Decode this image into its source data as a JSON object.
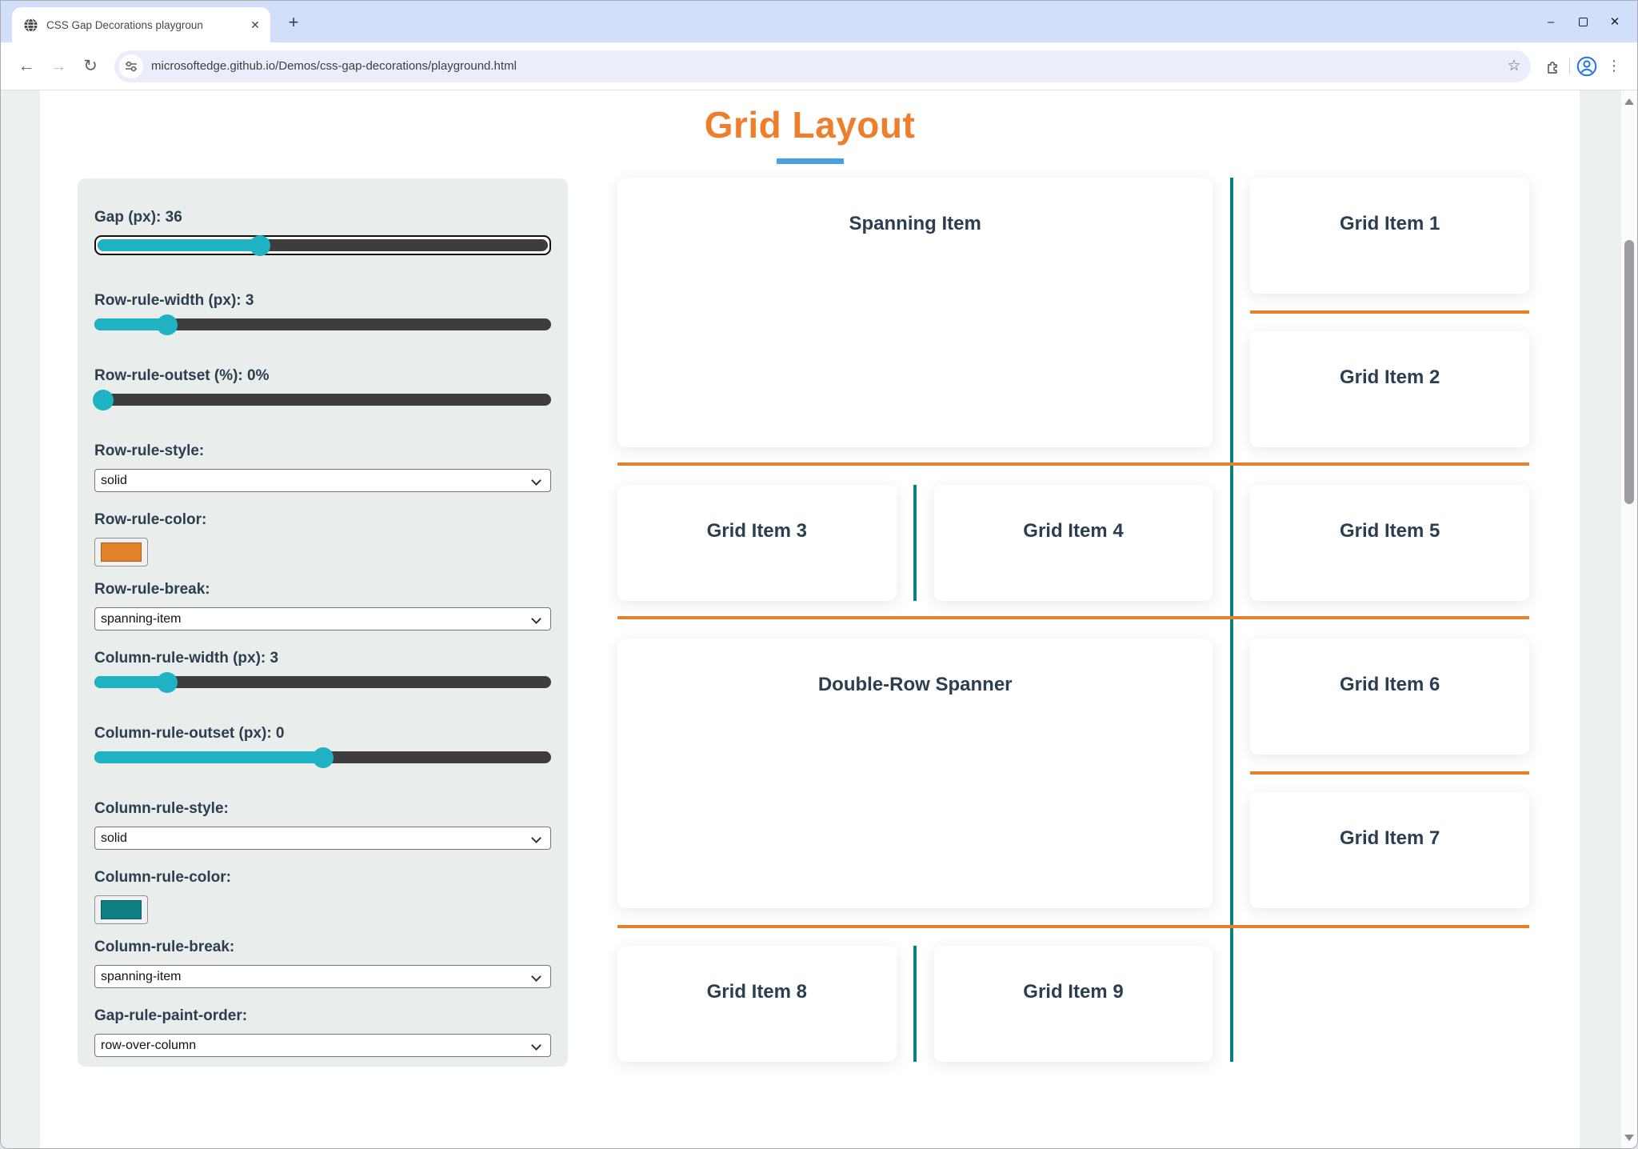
{
  "browser": {
    "tab_title": "CSS Gap Decorations playgroun",
    "close_tab_glyph": "✕",
    "new_tab_glyph": "+",
    "minimize_glyph": "–",
    "close_window_glyph": "✕",
    "back_glyph": "←",
    "forward_glyph": "→",
    "reload_glyph": "↻",
    "url": "microsoftedge.github.io/Demos/css-gap-decorations/playground.html",
    "star_glyph": "☆",
    "kebab_glyph": "⋮"
  },
  "page": {
    "title": "Grid Layout",
    "controls": {
      "gap": {
        "label": "Gap (px): 36",
        "pct": 36
      },
      "row_width": {
        "label": "Row-rule-width (px): 3",
        "pct": 16
      },
      "row_outset": {
        "label": "Row-rule-outset (%): 0%",
        "pct": 2
      },
      "row_style": {
        "label": "Row-rule-style:",
        "value": "solid"
      },
      "row_color": {
        "label": "Row-rule-color:",
        "value": "#e2832b"
      },
      "row_break": {
        "label": "Row-rule-break:",
        "value": "spanning-item"
      },
      "col_width": {
        "label": "Column-rule-width (px): 3",
        "pct": 16
      },
      "col_outset": {
        "label": "Column-rule-outset (px): 0",
        "pct": 50
      },
      "col_style": {
        "label": "Column-rule-style:",
        "value": "solid"
      },
      "col_color": {
        "label": "Column-rule-color:",
        "value": "#0c7f82"
      },
      "col_break": {
        "label": "Column-rule-break:",
        "value": "spanning-item"
      },
      "paint_order": {
        "label": "Gap-rule-paint-order:",
        "value": "row-over-column"
      }
    },
    "grid": {
      "spanning": "Spanning Item",
      "item1": "Grid Item 1",
      "item2": "Grid Item 2",
      "item3": "Grid Item 3",
      "item4": "Grid Item 4",
      "item5": "Grid Item 5",
      "double_spanner": "Double-Row Spanner",
      "item6": "Grid Item 6",
      "item7": "Grid Item 7",
      "item8": "Grid Item 8",
      "item9": "Grid Item 9"
    }
  },
  "colors": {
    "chrome_bg": "#d2dffb",
    "pill_bg": "#e9eefa",
    "margin_bg": "#edf0f0",
    "panel_bg": "#e9edec",
    "title_orange": "#ee7e2c",
    "underline_blue": "#4aa0e0",
    "rule_orange": "#e2832b",
    "rule_teal": "#0c7f82",
    "accent_teal": "#1eb2c3",
    "track_gray": "#3d3d3d",
    "text_dark": "#2c3e50",
    "avatar_blue": "#1a73e8"
  }
}
